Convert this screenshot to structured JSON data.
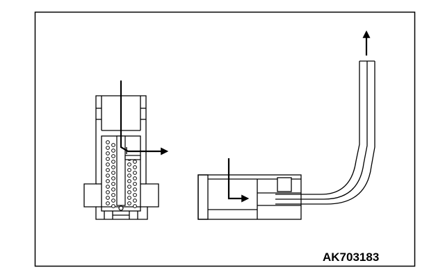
{
  "figure": {
    "code": "AK703183",
    "border_color": "#000000",
    "background": "#ffffff",
    "stroke_color": "#000000",
    "left_part": "spring-loaded-valve-cutaway",
    "right_part": "connector-with-bent-tube",
    "arrow_directions": [
      "down-then-right",
      "down-then-right",
      "up"
    ]
  }
}
